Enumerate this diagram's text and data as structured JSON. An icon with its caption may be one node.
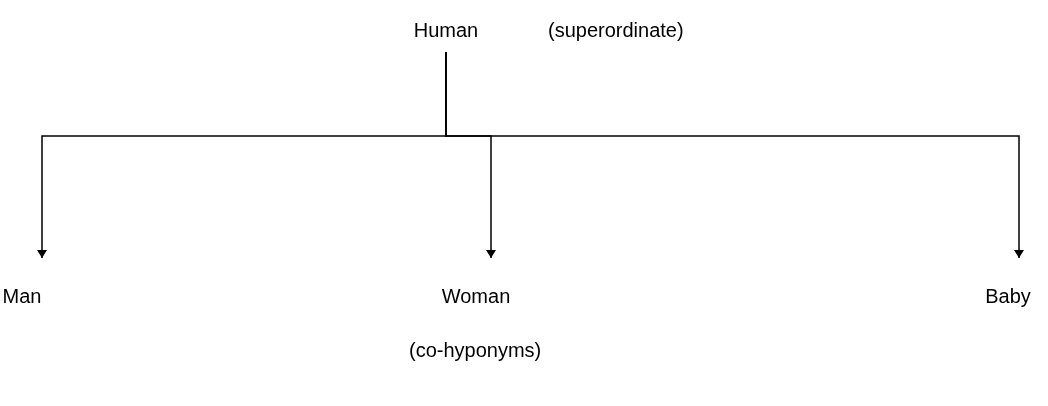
{
  "diagram": {
    "nodes": [
      {
        "text": [
          "Human"
        ]
      },
      {
        "text": [
          "Man"
        ]
      },
      {
        "text": [
          "Woman"
        ]
      },
      {
        "text": [
          "Baby"
        ]
      }
    ],
    "edges": [
      {
        "from": 0,
        "to": 1,
        "arrow": "to"
      },
      {
        "from": 0,
        "to": 2,
        "arrow": "to"
      },
      {
        "from": 0,
        "to": 3,
        "arrow": "to"
      }
    ],
    "labels": [
      "(superordinate)",
      "(co-hyponyms)"
    ]
  }
}
